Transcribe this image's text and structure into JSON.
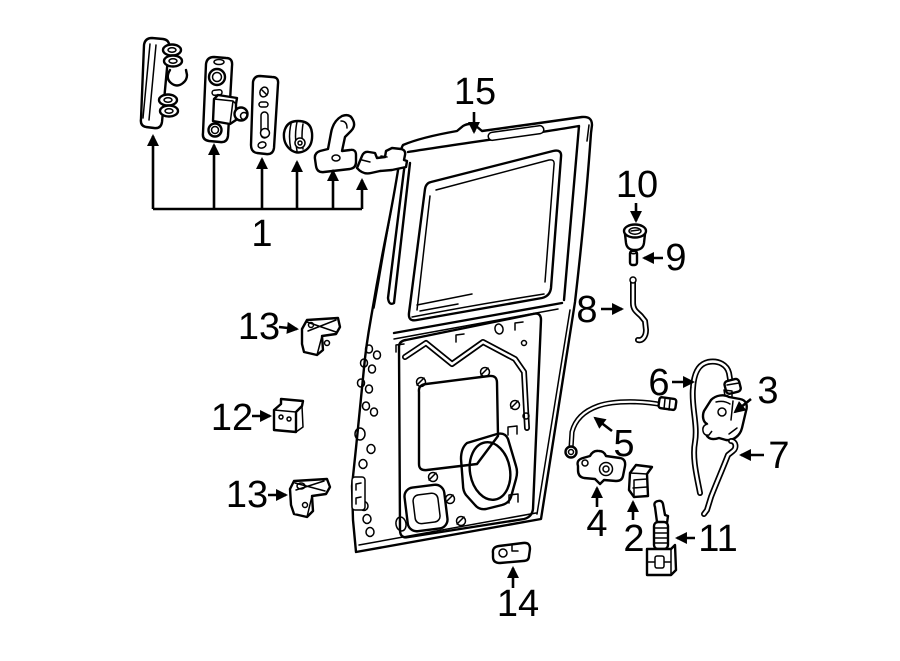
{
  "meta": {
    "type": "exploded-parts-diagram",
    "subject": "van side cargo door — lock and hardware components",
    "background": "#ffffff",
    "ink": "#000000"
  },
  "callouts": {
    "n1": "1",
    "n2": "2",
    "n3": "3",
    "n4": "4",
    "n5": "5",
    "n6": "6",
    "n7": "7",
    "n8": "8",
    "n9": "9",
    "n10": "10",
    "n11": "11",
    "n12": "12",
    "n13a": "13",
    "n13b": "13",
    "n14": "14",
    "n15": "15"
  }
}
